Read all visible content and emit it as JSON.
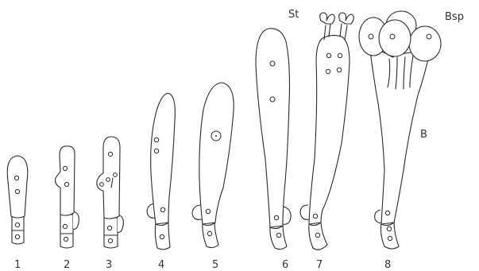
{
  "figure": {
    "stage_numbers": [
      "1",
      "2",
      "3",
      "4",
      "5",
      "6",
      "7",
      "8"
    ],
    "labels": {
      "sterigmata": "St",
      "basidiospores": "Bsp",
      "basidium": "B"
    }
  }
}
